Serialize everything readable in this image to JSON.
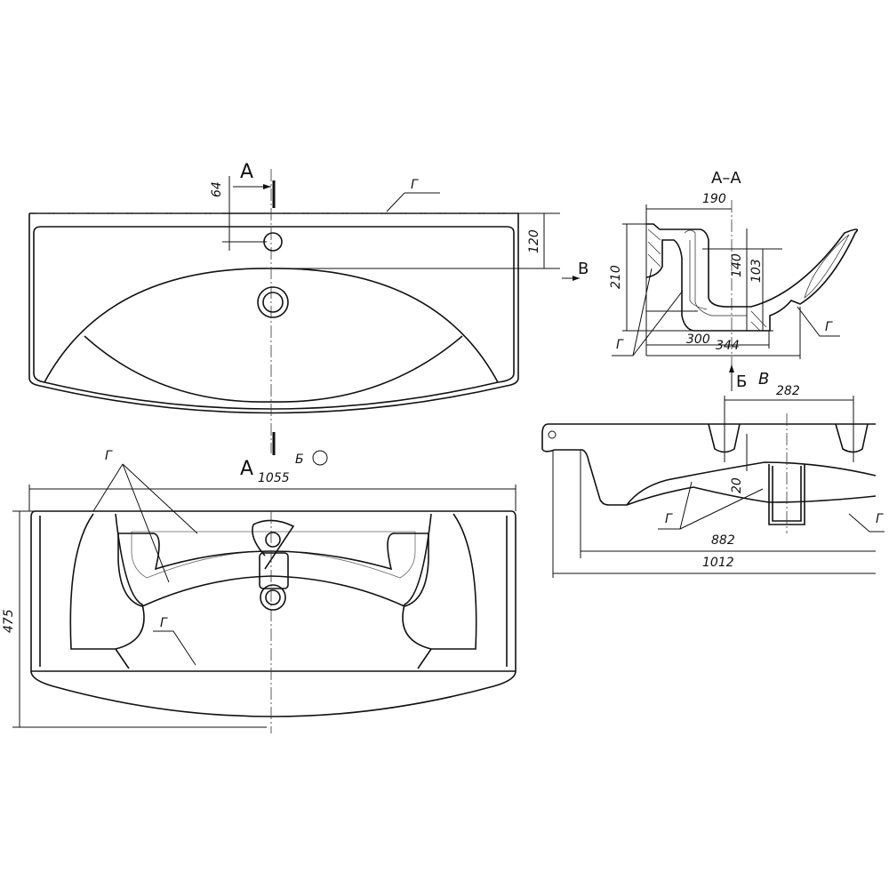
{
  "section_labels": {
    "a_top": "А",
    "a_bottom": "А",
    "section_title": "А–А",
    "view_b_top": "В",
    "view_b_side": "В",
    "view_arrow_b": "Б",
    "detail_b": "Б"
  },
  "glaze_label": "Г",
  "dimensions": {
    "d64": "64",
    "d120": "120",
    "d190": "190",
    "d210": "210",
    "d140": "140",
    "d103": "103",
    "d300": "300",
    "d344": "344",
    "d282": "282",
    "d20": "20",
    "d882": "882",
    "d1012": "1012",
    "d1055": "1055",
    "d475": "475"
  }
}
